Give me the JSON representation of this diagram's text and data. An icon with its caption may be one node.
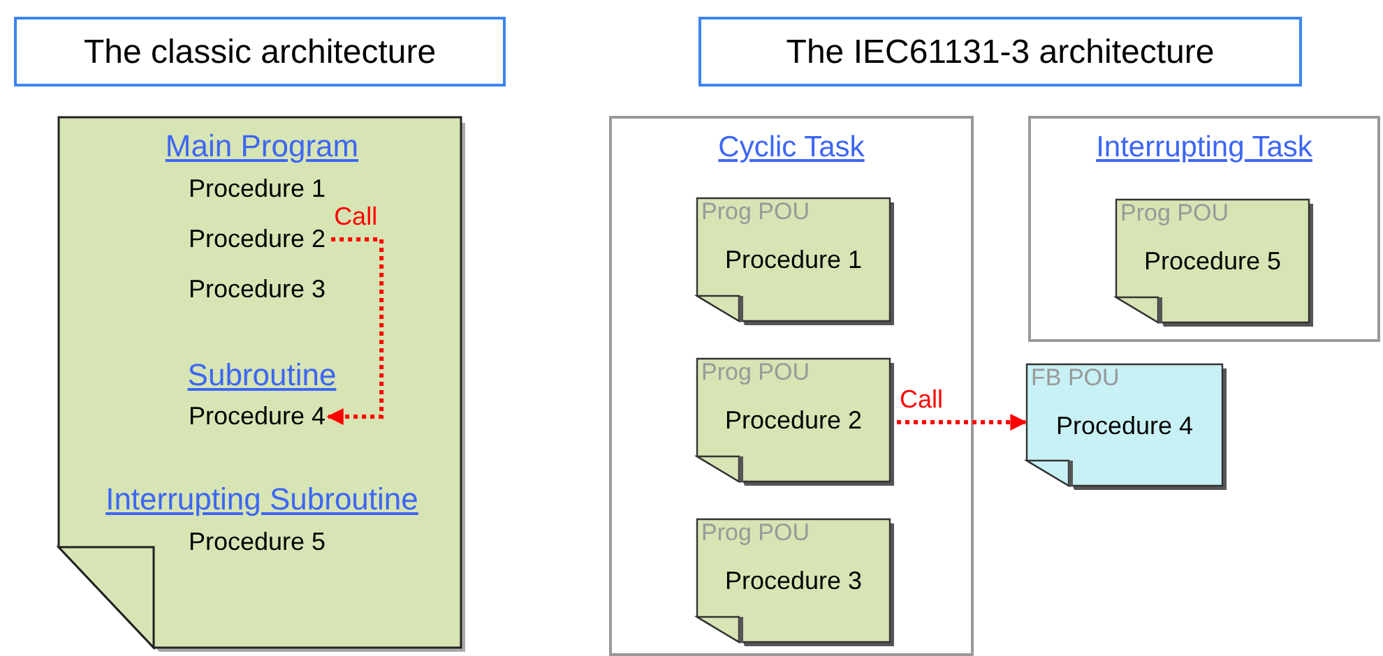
{
  "diagram": {
    "nodes": [
      {
        "text": [
          "The classic architecture"
        ]
      },
      {
        "text": [
          "The IEC61131-3 architecture"
        ]
      },
      {
        "text": [
          "Main Program",
          "Subroutine",
          "Interrupting Subroutine"
        ]
      },
      {
        "text": [
          "Procedure 1"
        ],
        "in": 2
      },
      {
        "text": [
          "Procedure 2"
        ],
        "in": 2
      },
      {
        "text": [
          "Procedure 3"
        ],
        "in": 2
      },
      {
        "text": [
          "Procedure 4"
        ],
        "in": 2
      },
      {
        "text": [
          "Procedure 5"
        ],
        "in": 2
      },
      {
        "text": [
          "Cyclic Task"
        ]
      },
      {
        "text": [
          "Prog POU",
          "Procedure 1"
        ],
        "in": 8
      },
      {
        "text": [
          "Prog POU",
          "Procedure 2"
        ],
        "in": 8
      },
      {
        "text": [
          "Prog POU",
          "Procedure 3"
        ],
        "in": 8
      },
      {
        "text": [
          "Interrupting Task"
        ]
      },
      {
        "text": [
          "Prog POU",
          "Procedure 5"
        ],
        "in": 12
      },
      {
        "text": [
          "FB POU",
          "Procedure 4"
        ]
      }
    ],
    "edges": [
      {
        "from": 4,
        "to": 6,
        "arrow": "to",
        "label": "Call",
        "style": "dashed"
      },
      {
        "from": 10,
        "to": 14,
        "arrow": "to",
        "label": "Call",
        "style": "dashed"
      }
    ]
  }
}
